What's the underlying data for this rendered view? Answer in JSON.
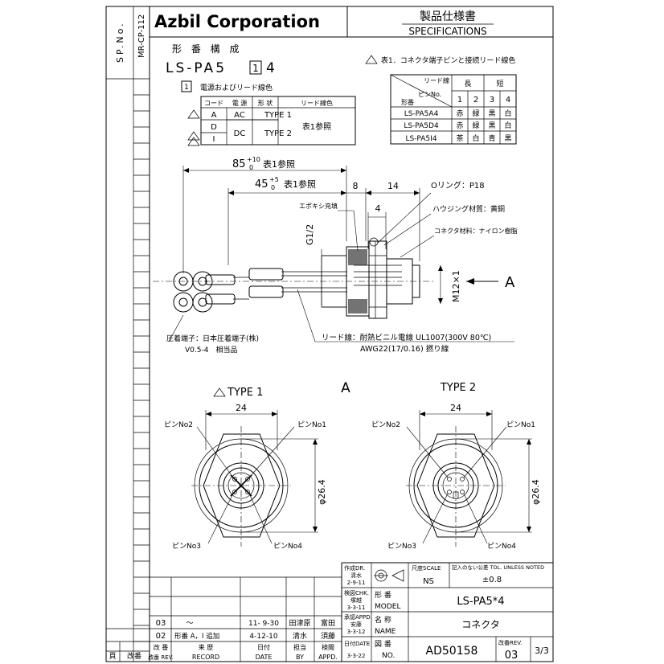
{
  "header": {
    "company": "Azbil Corporation",
    "title_jp": "製品仕様書",
    "title_en": "SPECIFICATIONS",
    "side_sp": "SP.No.",
    "side_code": "MR-CP-112"
  },
  "model_section": {
    "heading": "形 番 構 成",
    "model_prefix": "LS-PA5",
    "model_box": "1",
    "model_suffix": "4",
    "legend_box": "1",
    "legend_text": "電源およびリード線色"
  },
  "code_table": {
    "headers": [
      "コード",
      "電 源",
      "形 状",
      "リード線色"
    ],
    "rows": [
      {
        "code": "A",
        "power": "AC",
        "shape": "TYPE 1"
      },
      {
        "code": "D",
        "power": "DC",
        "shape": "TYPE 2"
      },
      {
        "code": "I",
        "power": "",
        "shape": ""
      }
    ],
    "lead_note": "表1参照"
  },
  "pin_table": {
    "title": "表1．コネクタ端子ピンと接続リード線色",
    "hdr_lead": "リード線",
    "hdr_pin": "ピンNo.",
    "hdr_model": "形番",
    "hdr_long": "長",
    "hdr_short": "短",
    "pins": [
      "1",
      "2",
      "3",
      "4"
    ],
    "rows": [
      {
        "model": "LS-PA5A4",
        "c": [
          "赤",
          "緑",
          "黒",
          "白"
        ]
      },
      {
        "model": "LS-PA5D4",
        "c": [
          "赤",
          "緑",
          "黒",
          "白"
        ]
      },
      {
        "model": "LS-PA5I4",
        "c": [
          "茶",
          "白",
          "青",
          "黒"
        ]
      }
    ]
  },
  "drawing": {
    "dim_85": "85",
    "dim_85_tol": "+10",
    "dim_85_tol2": "0",
    "dim_85_note": "表1参照",
    "dim_45": "45",
    "dim_45_tol": "+5",
    "dim_45_tol2": "0",
    "dim_45_note": "表1参照",
    "dim_8": "8",
    "dim_14": "14",
    "dim_4": "4",
    "oring": "Oリング：P18",
    "epoxy": "エポキシ充填",
    "housing": "ハウジング材質：黄銅",
    "connector_mat": "コネクタ材料：ナイロン樹脂",
    "thread_g": "G1/2",
    "thread_m": "M12×1",
    "view_arrow": "A",
    "terminal_1": "圧着端子：日本圧着端子(株)",
    "terminal_2": "V0.5-4　相当品",
    "lead_1": "リード線：耐熱ビニル電線 UL1007(300V 80℃)",
    "lead_2": "AWG22(17/0.16) 撚り線"
  },
  "views": {
    "center_label": "A",
    "type1": "TYPE 1",
    "type2": "TYPE 2",
    "dim_24": "24",
    "dim_dia": "φ26.4",
    "pin1": "ピンNo1",
    "pin2": "ピンNo2",
    "pin3": "ピンNo3",
    "pin4": "ピンNo4"
  },
  "title_block": {
    "drawn_label": "作成DR.",
    "drawn_name": "清水",
    "drawn_date": "2-9-11",
    "chk_label": "検図CHK.",
    "chk_name": "塚越",
    "chk_date": "3-3-11",
    "appd_label": "承認APPD.",
    "appd_name": "安藤",
    "appd_date": "3-3-12",
    "date_label": "日付DATE",
    "date_val": "3-3-22",
    "scale_label": "尺度SCALE",
    "scale_val": "NS",
    "tol_label": "記入のない公差 TOL. UNLESS NOTED",
    "tol_val": "±0.8",
    "model_label_jp": "形 番",
    "model_label_en": "MODEL",
    "model_val": "LS-PA5*4",
    "name_label_jp": "名 称",
    "name_label_en": "NAME",
    "name_val": "コネクタ",
    "no_label_jp": "図 番",
    "no_label_en": "NO.",
    "no_val": "AD50158",
    "rev_label": "改番REV.",
    "rev_val": "03",
    "sheet": "3/3"
  },
  "revisions": {
    "rows": [
      {
        "rev": "03",
        "record": "～",
        "date": "11- 9-30",
        "by": "田津原",
        "appd": "富田"
      },
      {
        "rev": "02",
        "record": "形番 A，I 追加",
        "date": "4-12-10",
        "by": "清水",
        "appd": "須藤"
      }
    ],
    "h_page": "頁",
    "h_rev": "改番 REV.",
    "h_rev_jp": "改 番",
    "h_record_jp": "来 歴",
    "h_record_en": "RECORD",
    "h_date_jp": "日付",
    "h_date_en": "DATE",
    "h_by_jp": "担当",
    "h_by_en": "BY",
    "h_appd_jp": "検閲",
    "h_appd_en": "APPD.",
    "h_kaiban": "改番"
  }
}
